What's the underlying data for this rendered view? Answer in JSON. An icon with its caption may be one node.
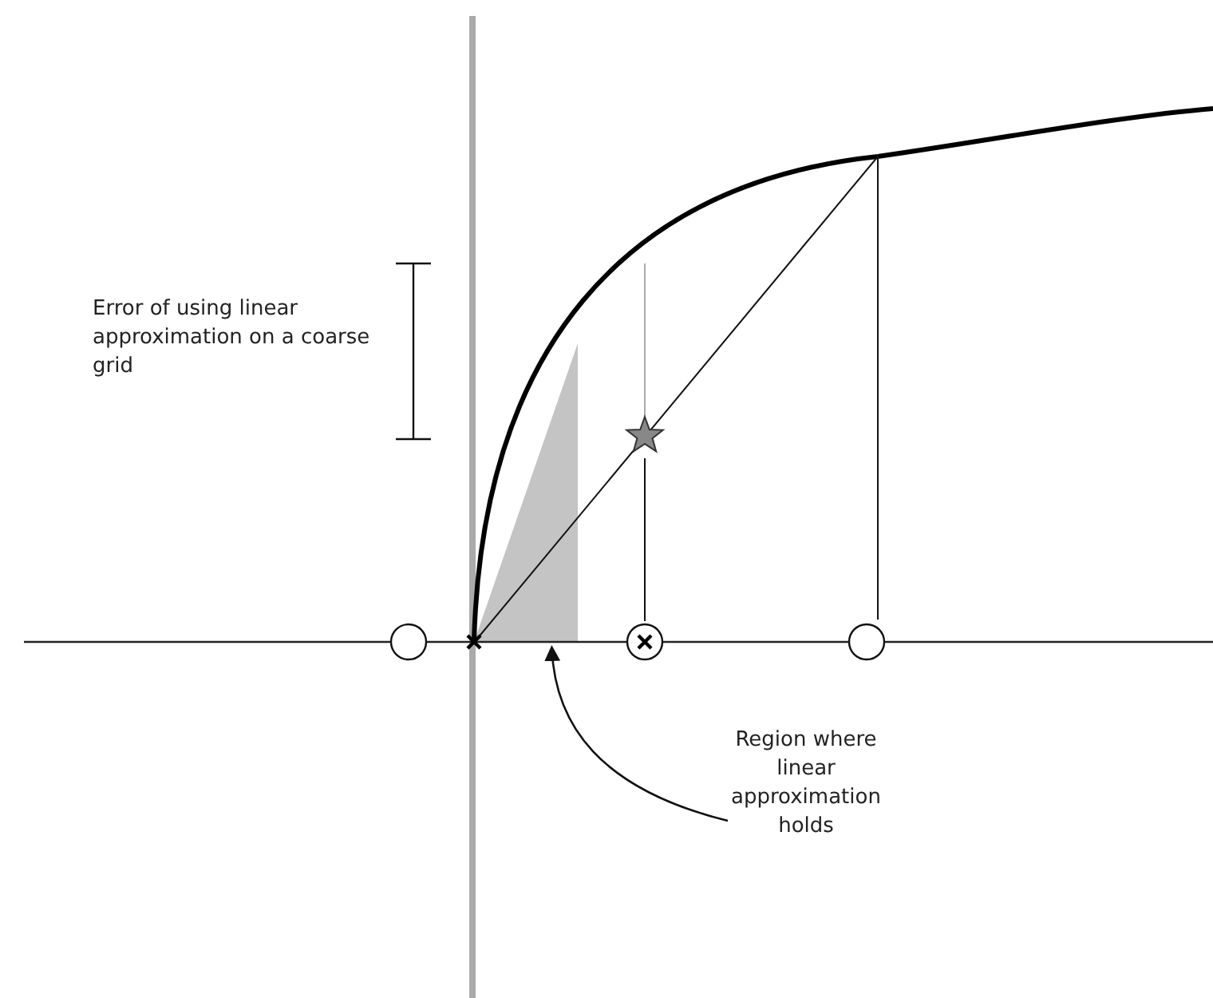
{
  "diagram": {
    "nodes": [
      {
        "text": [
          "Region where linear approximation holds"
        ]
      },
      {
        "text": [],
        "shape": "triangle"
      }
    ],
    "edges": [
      {
        "from": 0,
        "to": 1,
        "arrow": "to"
      }
    ],
    "labels": [
      "Error of using linear approximation on a coarse grid"
    ]
  }
}
